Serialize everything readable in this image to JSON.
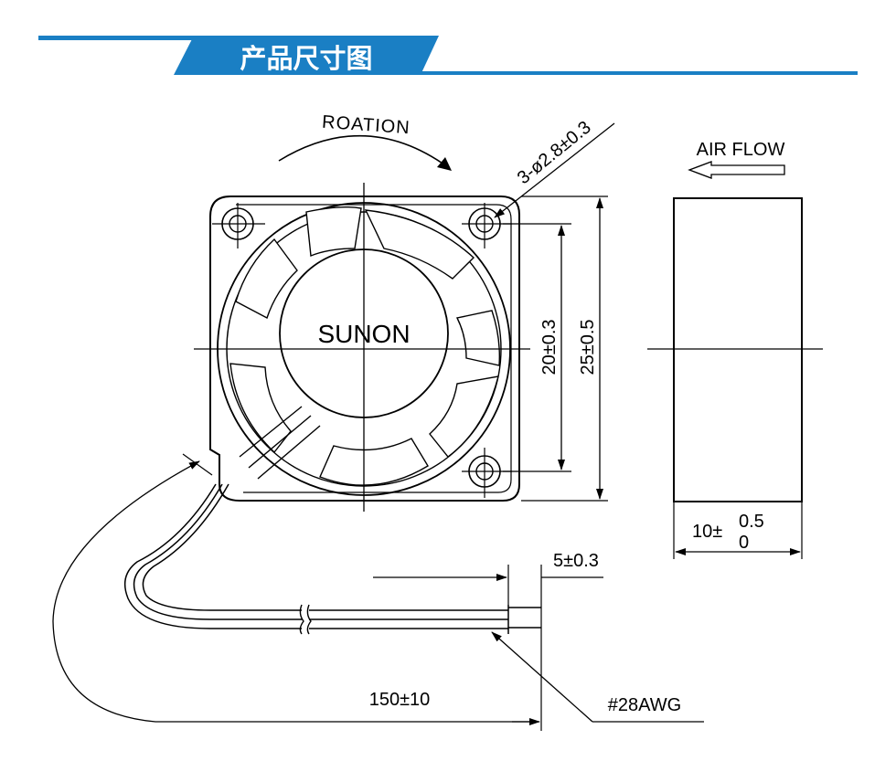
{
  "banner": {
    "title": "产品尺寸图",
    "accent_color": "#1a7fc4"
  },
  "labels": {
    "rotation": "ROATION",
    "brand": "SUNON",
    "hole_spec": "3-ø2.8±0.3",
    "air_flow": "AIR FLOW",
    "dim_20": "20±0.3",
    "dim_25": "25±0.5",
    "thickness_base": "10±",
    "thickness_upper": "0.5",
    "thickness_lower": "0",
    "wire_strip": "5±0.3",
    "wire_length": "150±10",
    "wire_gauge": "#28AWG"
  }
}
